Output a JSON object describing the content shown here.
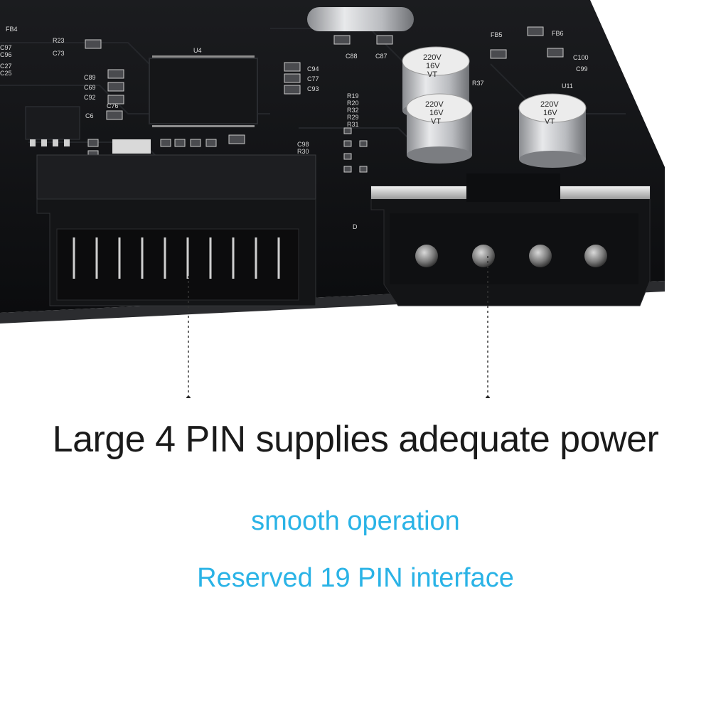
{
  "headline": "Large 4 PIN supplies adequate power",
  "feature_1": "smooth operation",
  "feature_2": "Reserved 19 PIN interface",
  "capacitor_label": [
    "220V",
    "16V",
    "VT"
  ],
  "silkscreen": [
    "FB4",
    "R23",
    "C97",
    "C96",
    "C27",
    "C25",
    "C73",
    "C89",
    "C69",
    "C92",
    "C76",
    "C6",
    "U4",
    "C94",
    "C77",
    "C93",
    "C88",
    "C87",
    "R19",
    "R20",
    "R32",
    "R29",
    "R31",
    "FB5",
    "FB6",
    "C100",
    "C99",
    "R37",
    "U11",
    "C98",
    "R30",
    "D"
  ],
  "colors": {
    "accent": "#2ab3e6",
    "text": "#1a1a1a",
    "board": "#0e0f11"
  }
}
